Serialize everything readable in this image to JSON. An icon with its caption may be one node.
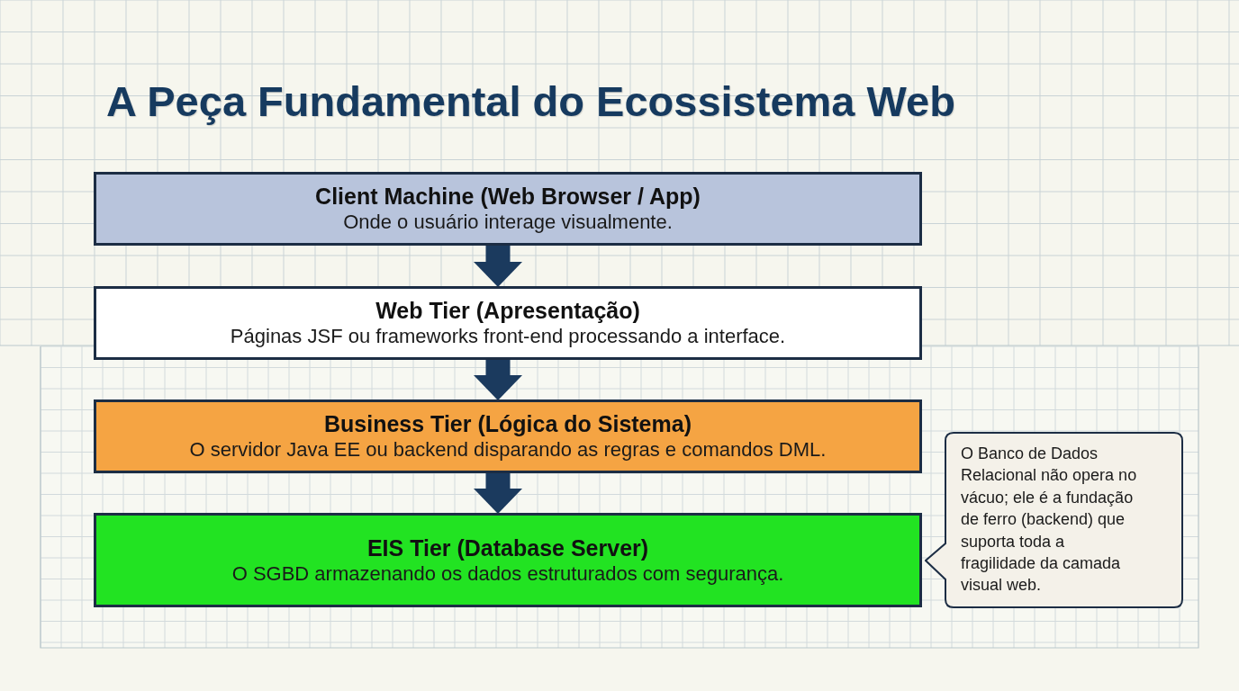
{
  "diagram": {
    "title": "A Peça Fundamental do Ecossistema Web",
    "nodes": [
      {
        "text": [
          "Client Machine (Web Browser / App)",
          "Onde o usuário interage visualmente."
        ]
      },
      {
        "text": [
          "Web Tier (Apresentação)",
          "Páginas JSF ou frameworks front-end processando a interface."
        ]
      },
      {
        "text": [
          "Business Tier (Lógica do Sistema)",
          "O servidor Java EE ou backend disparando as regras e comandos DML."
        ]
      },
      {
        "text": [
          "EIS Tier (Database Server)",
          "O SGBD armazenando os dados estruturados com segurança."
        ]
      },
      {
        "text": [
          "O Banco de Dados Relacional não opera no vácuo; ele é a fundação de ferro (backend) que suporta toda a fragilidade da camada visual web."
        ]
      }
    ],
    "edges": [
      {
        "from": 0,
        "to": 1,
        "arrow": "to"
      },
      {
        "from": 1,
        "to": 2,
        "arrow": "to"
      },
      {
        "from": 2,
        "to": 3,
        "arrow": "to"
      }
    ]
  }
}
